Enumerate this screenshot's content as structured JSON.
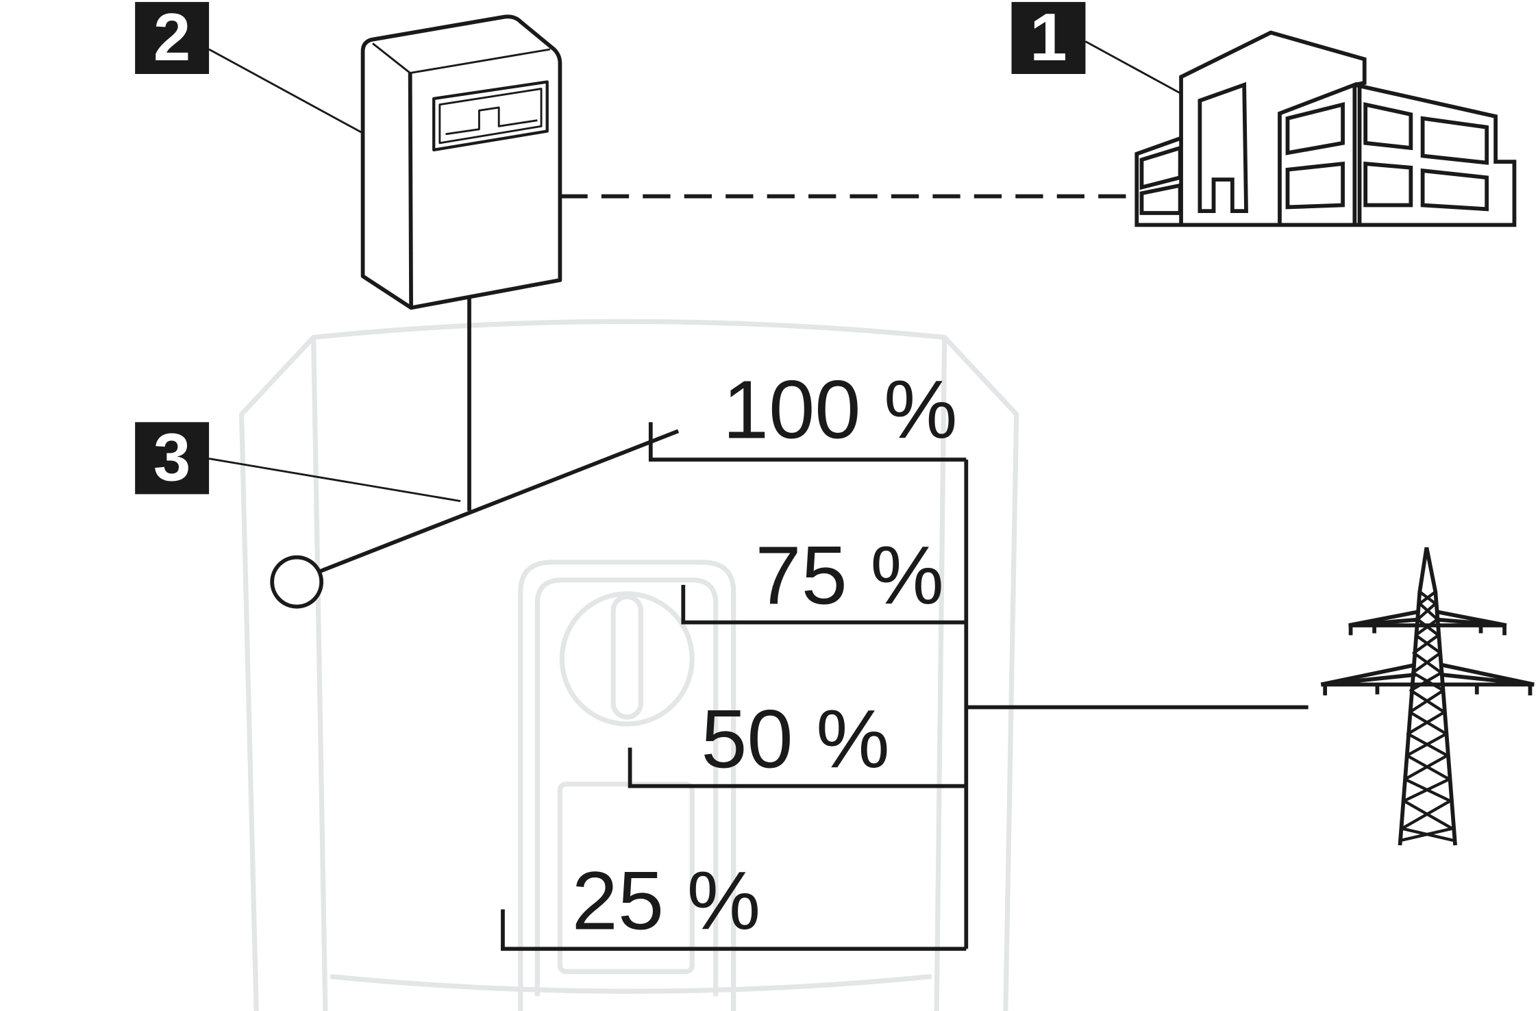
{
  "callouts": [
    {
      "id": "1",
      "label": "1",
      "target": "building"
    },
    {
      "id": "2",
      "label": "2",
      "target": "ripple-control-receiver"
    },
    {
      "id": "3",
      "label": "3",
      "target": "relay-switch"
    }
  ],
  "levels": [
    {
      "label": "100 %",
      "value": 100
    },
    {
      "label": "75 %",
      "value": 75
    },
    {
      "label": "50 %",
      "value": 50
    },
    {
      "label": "25 %",
      "value": 25
    }
  ],
  "colors": {
    "line": "#1a1a1a",
    "background_device": "#e2e6e6",
    "callout_box": "#1a1a1a",
    "callout_text": "#ffffff"
  },
  "icons": [
    "building-icon",
    "ripple-control-receiver-icon",
    "power-pylon-icon",
    "inverter-outline-icon"
  ]
}
